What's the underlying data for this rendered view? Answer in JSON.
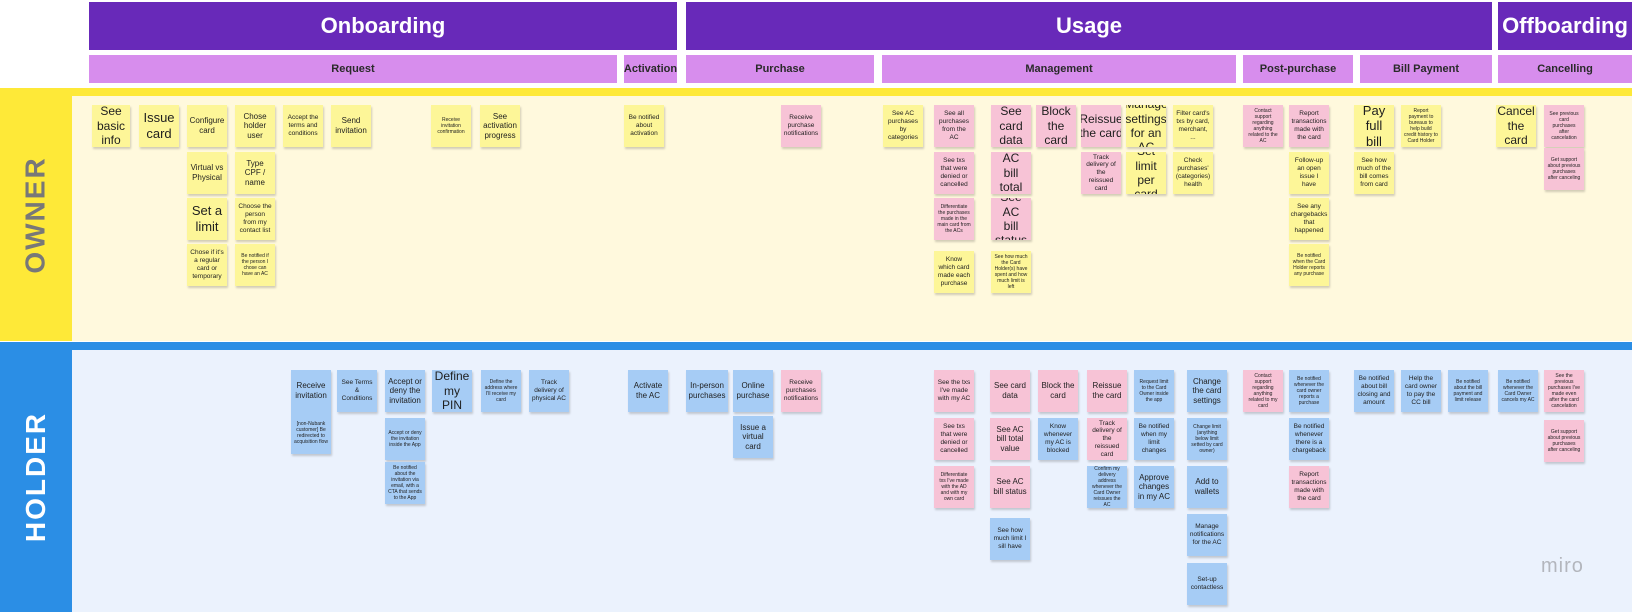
{
  "colors": {
    "phase": "#6829b9",
    "step": "#d78ded",
    "owner_strip": "#fee938",
    "holder_strip": "#2b8ee5",
    "owner_band": "#fff9dd",
    "holder_band": "#ebf2fd",
    "owner_label": "#787878",
    "holder_label": "#ffffff"
  },
  "phases": [
    "Onboarding",
    "Usage",
    "Offboarding"
  ],
  "steps": [
    "Request",
    "Activation",
    "Purchase",
    "Management",
    "Post-purchase",
    "Bill Payment",
    "Cancelling"
  ],
  "lanes": {
    "owner": "OWNER",
    "holder": "HOLDER"
  },
  "brand": "miro",
  "owner_notes": [
    "See basic info",
    "Issue card",
    "Configure card",
    "Virtual vs Physical",
    "Set a limit",
    "Chose if it's a regular card or temporary",
    "Chose holder user",
    "Type CPF / name",
    "Choose the person from my contact list",
    "Be notified if the person I chose can have an AC",
    "Accept the terms and conditions",
    "Send invitation",
    "Receive invitation confirmation",
    "See activation progress",
    "Be notified about activation",
    "Receive purchase notifications",
    "See AC purchases by categories",
    "See all purchases from the AC",
    "See txs that were denied or cancelled",
    "Differentiate the purchases made in the main card from the ACs",
    "Know which card made each purchase",
    "See card data",
    "See AC bill total value",
    "See AC bill status",
    "See how much the Card Holder(s) have spent and how much limit is left",
    "Block the card",
    "Reissue the card",
    "Track delivery of the reissued card",
    "Manage settings for an AC",
    "Set limit per card",
    "Filter card's txs by card, merchant, ...",
    "Check purchases' (categories) health",
    "Contact support regarding anything related to the AC",
    "Report transactions made with the card",
    "Follow-up an open issue I have",
    "See any chargebacks that happened",
    "Be notified when the Card Holder reports any purchase",
    "Pay full bill",
    "See how much of the bill comes from card",
    "Report payment to bureaus to help build credit history to Card Holder",
    "Cancel the card",
    "See previous card purchases after cancelation",
    "Get support about previous purchases after canceling"
  ],
  "holder_notes": [
    "Receive invitation",
    "[non-Nubank customer] Be redirected to acquisition flow",
    "See Terms & Conditions",
    "Accept or deny the invitation",
    "Accept or deny the invitation inside the App",
    "Be notified about the invitation via email, with a CTA that sends to the App",
    "Define my PIN",
    "Define the address where I'll receive my card",
    "Track delivery of physical AC",
    "Activate the AC",
    "In-person purchases",
    "Online purchase",
    "Issue a virtual card",
    "Receive purchases notifications",
    "See the txs I've made with my AC",
    "See txs that were denied or cancelled",
    "Differentiate txs I've made with the AD and with my own card",
    "See card data",
    "See AC bill total value",
    "See AC bill status",
    "See how much limit I sill have",
    "Block the card",
    "Know whenever my AC is blocked",
    "Reissue the card",
    "Track delivery of the reissued card",
    "Confirm my delivery address whenever the Card Owner reissues the AC",
    "Request limit to the Card Owner inside the app",
    "Be notified when my limit changes",
    "Approve changes in my AC",
    "Change the card settings",
    "Change limit (anything below limit setted by card owner)",
    "Add to wallets",
    "Manage notifications for the AC",
    "Set-up contactless",
    "Contact support regarding anything related to my card",
    "Be notified whenever the card owner reports a purchase",
    "Be notified whenever there is a chargeback",
    "Report transactions made with the card",
    "Be notified about bill closing and amount",
    "Help the card owner to pay the CC bill",
    "Be notified about the bill payment and limit release",
    "Be notified whenever the Card Owner cancels my AC",
    "See the previous purchases I've made even after the card cancelation",
    "Get support about previous purchases after canceling"
  ]
}
